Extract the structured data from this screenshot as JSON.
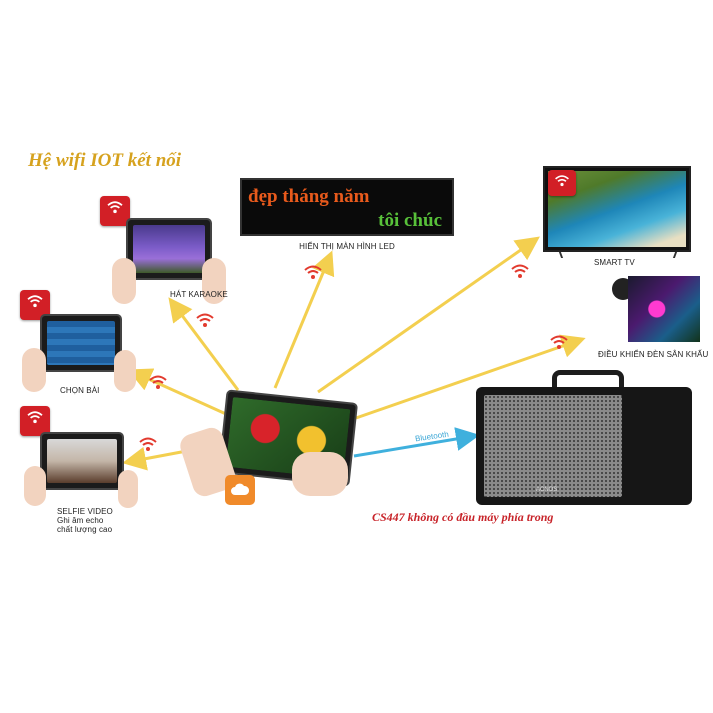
{
  "title": "Hệ wifi IOT kết nối",
  "led": {
    "line1": "đẹp tháng năm",
    "line2": "tôi chúc",
    "caption": "HIỂN THỊ MÀN HÌNH LED"
  },
  "devices": {
    "karaoke": "HÁT KARAOKE",
    "chon_bai": "CHỌN BÀI",
    "selfie_line1": "SELFIE VIDEO",
    "selfie_line2": "Ghi âm echo",
    "selfie_line3": "chất lượng cao",
    "smart_tv": "SMART TV",
    "stage_light": "ĐIỀU KHIỂN ĐÈN SÂN KHẤU"
  },
  "bluetooth_label": "Bluetooth",
  "product_note": "CS447 không có đầu máy phía trong",
  "speaker_brand": "ACNOS",
  "colors": {
    "arrow_yellow": "#f3cf4f",
    "arrow_blue": "#3fb0dd",
    "title_gold": "#d6a21e",
    "note_red": "#c8242a",
    "wifi_red": "#e23a2e"
  }
}
